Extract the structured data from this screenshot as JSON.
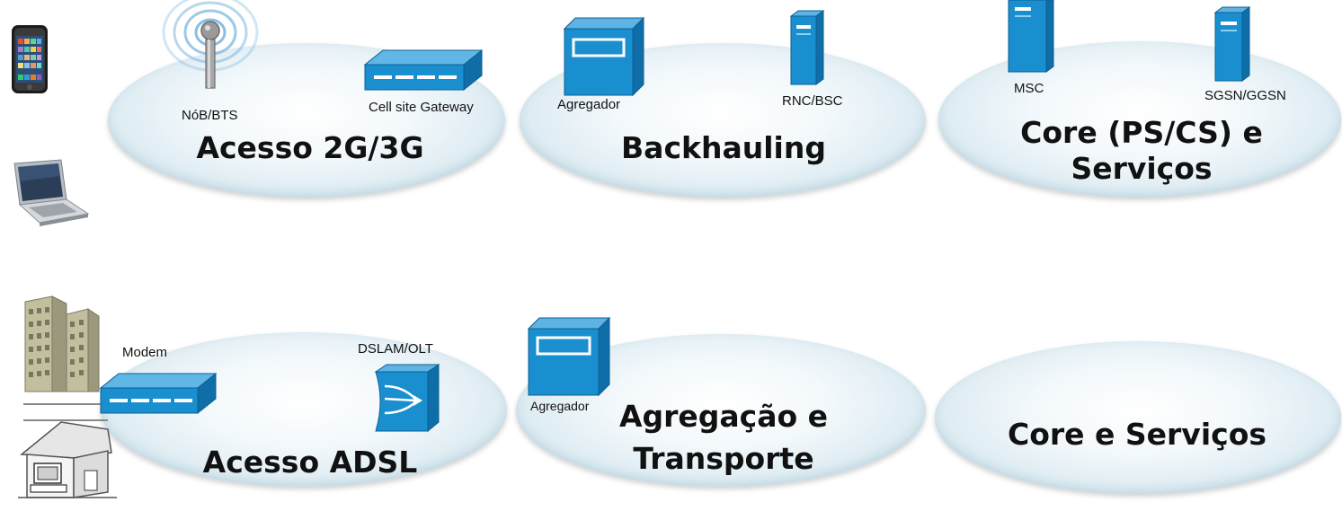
{
  "clouds": {
    "acesso_2g3g": {
      "title": "Acesso 2G/3G",
      "labels": {
        "nodeb": "NóB/BTS",
        "cell_site_gateway": "Cell site Gateway"
      }
    },
    "backhauling": {
      "title": "Backhauling",
      "labels": {
        "agregador": "Agregador",
        "rnc_bsc": "RNC/BSC"
      }
    },
    "core_ps_cs": {
      "title_line1": "Core (PS/CS) e",
      "title_line2": "Serviços",
      "labels": {
        "msc": "MSC",
        "sgsn_ggsn": "SGSN/GGSN"
      }
    },
    "acesso_adsl": {
      "title": "Acesso ADSL",
      "labels": {
        "modem": "Modem",
        "dslam_olt": "DSLAM/OLT"
      }
    },
    "agregacao_transporte": {
      "title_line1": "Agregação e",
      "title_line2": "Transporte",
      "labels": {
        "agregador": "Agregador"
      }
    },
    "core_servicos": {
      "title": "Core e Serviços"
    }
  },
  "colors": {
    "cloud_fill": "#dcebf2",
    "device_blue": "#1a8fd0",
    "device_dark": "#0c5f92",
    "building": "#a9a58a"
  }
}
